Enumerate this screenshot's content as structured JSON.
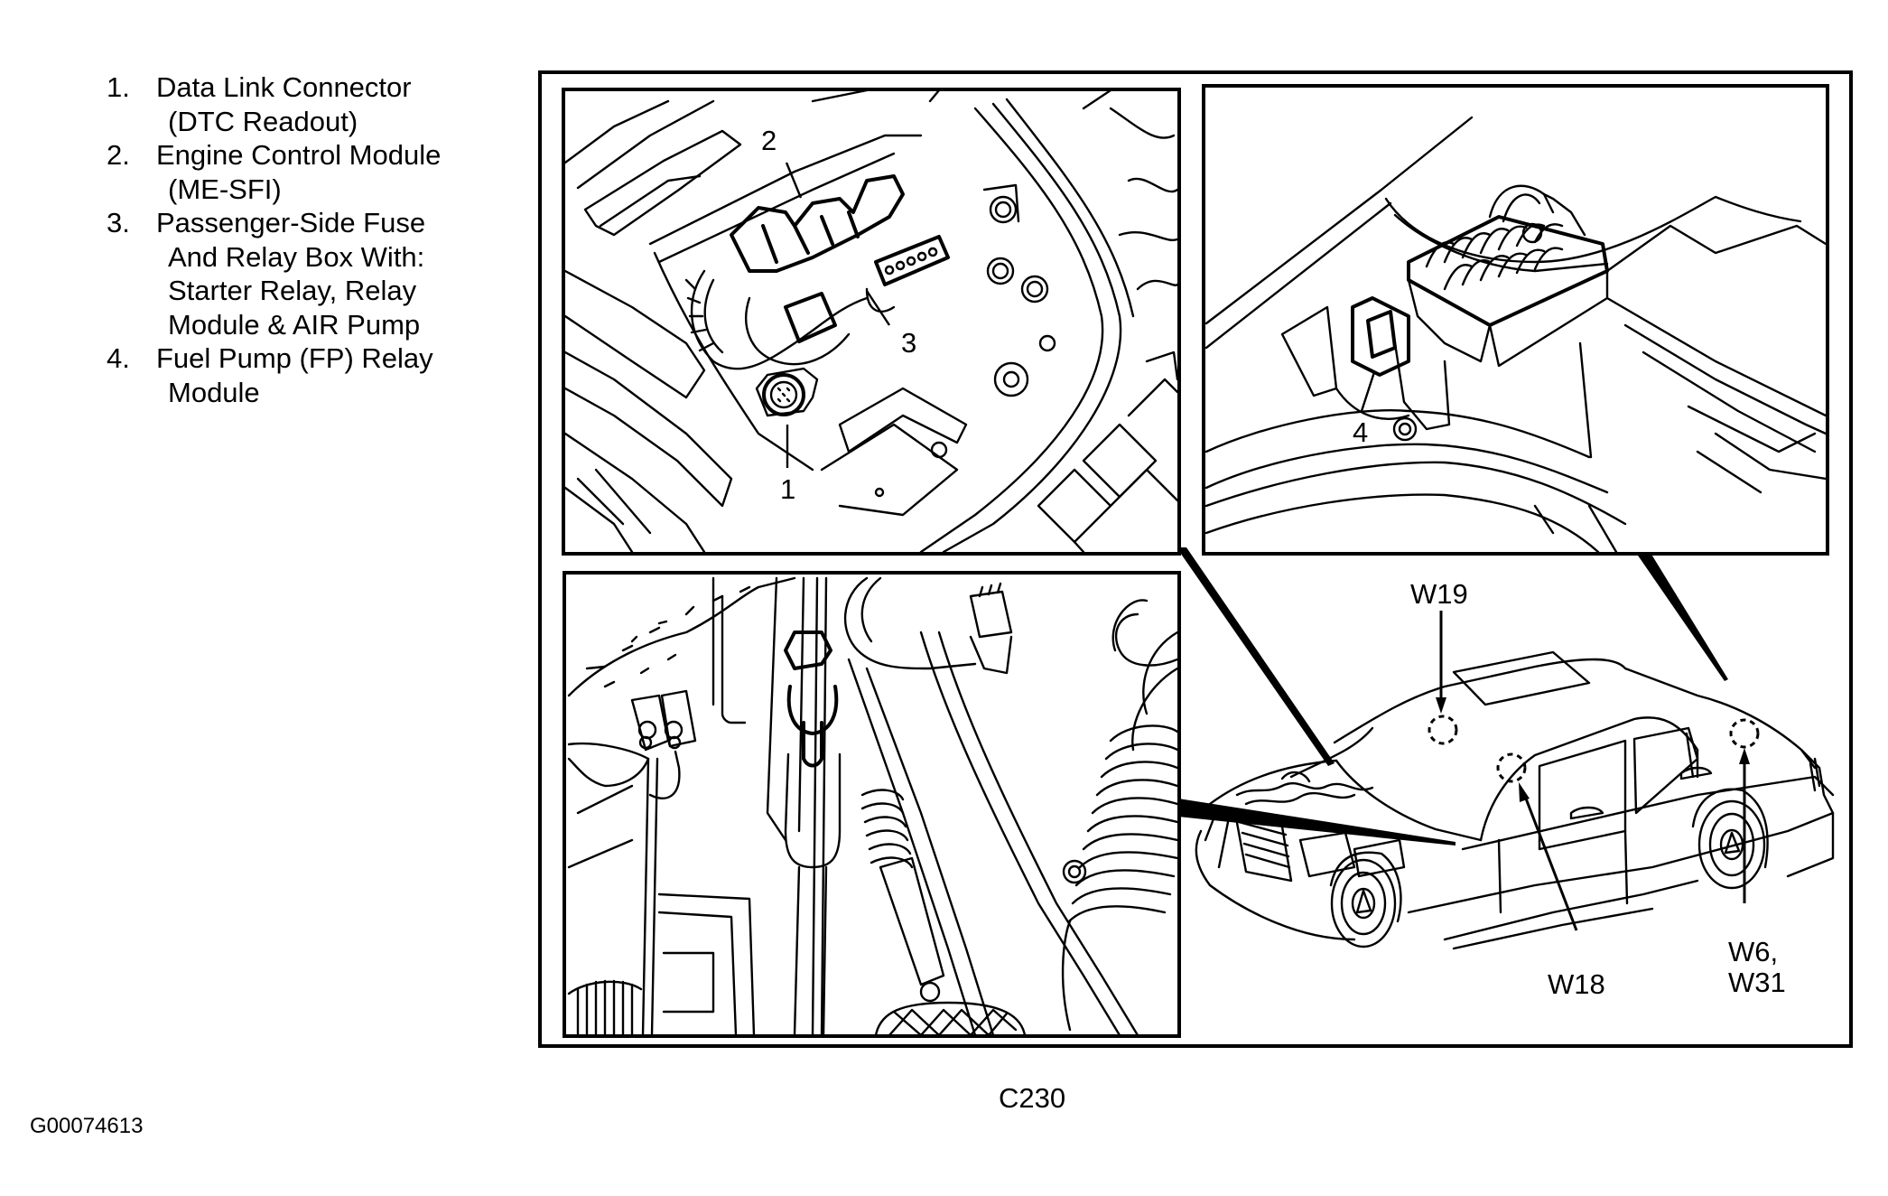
{
  "legend": {
    "items": [
      {
        "number": "1.",
        "lines": [
          "Data Link Connector",
          "(DTC Readout)"
        ]
      },
      {
        "number": "2.",
        "lines": [
          "Engine Control Module",
          "(ME-SFI)"
        ]
      },
      {
        "number": "3.",
        "lines": [
          "Passenger-Side Fuse",
          "And Relay Box With:",
          "Starter Relay, Relay",
          "Module & AIR Pump"
        ]
      },
      {
        "number": "4.",
        "lines": [
          "Fuel Pump (FP) Relay",
          "Module"
        ]
      }
    ]
  },
  "insets": {
    "engine_bay": {
      "callouts": [
        "2",
        "3",
        "1"
      ]
    },
    "fuse_box": {
      "callouts": [
        "4"
      ]
    },
    "underhood_detail": {
      "callouts": []
    }
  },
  "vehicle_view": {
    "ground_points": {
      "w19": "W19",
      "w18": "W18",
      "w6": "W6,",
      "w31": "W31"
    }
  },
  "caption": "C230",
  "figure_id": "G00074613"
}
